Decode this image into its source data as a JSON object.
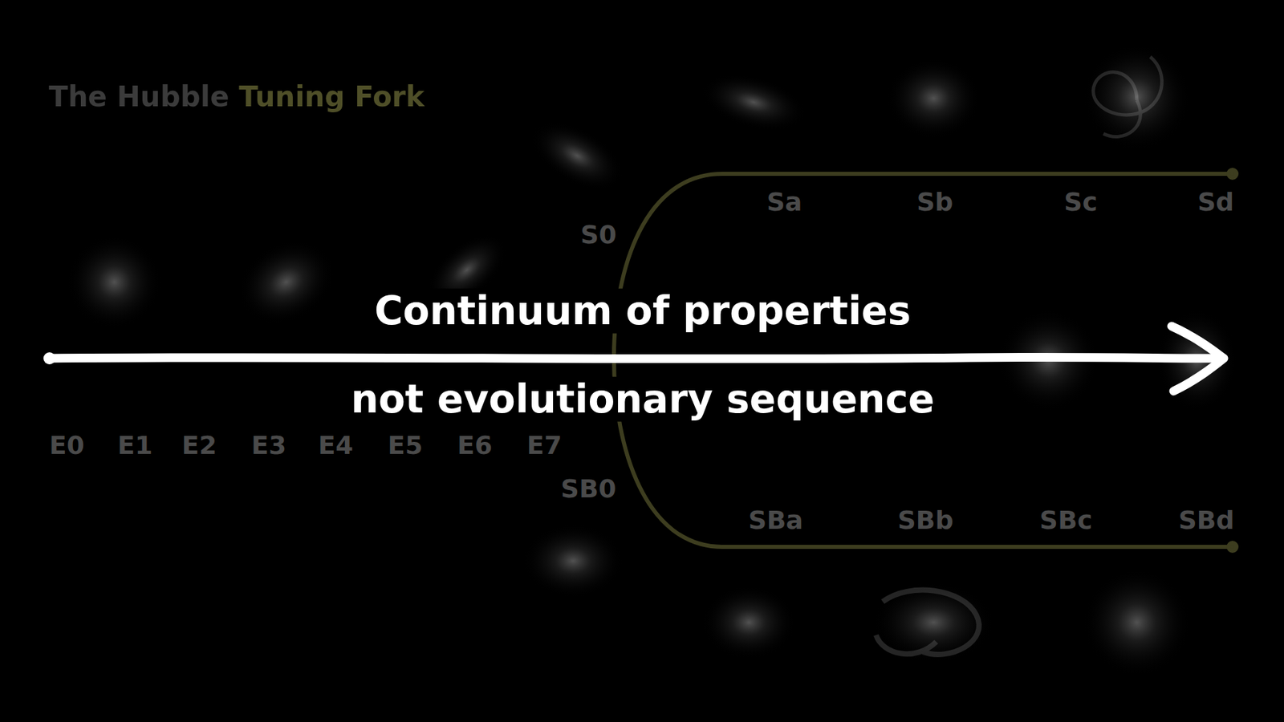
{
  "diagram": {
    "title": "The Hubble Tuning Fork",
    "labels": [
      "S0",
      "Sa",
      "Sb",
      "Sc",
      "Sd",
      "Continuum of properties",
      "E0",
      "E1",
      "E2",
      "E3",
      "E4",
      "E5",
      "E6",
      "E7",
      "not evolutionary sequence",
      "SB0",
      "SBa",
      "SBb",
      "SBc",
      "SBd"
    ]
  }
}
